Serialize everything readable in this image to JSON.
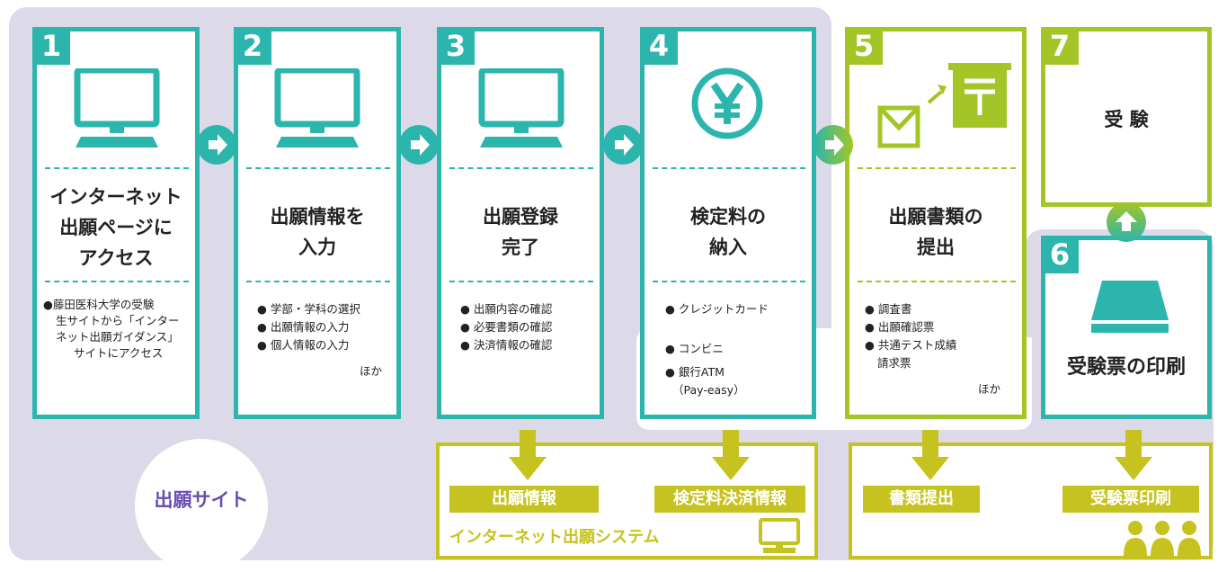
{
  "site_label": "出願サイト",
  "steps": [
    {
      "num": "1",
      "title": "インターネット\n出願ページに\nアクセス",
      "items": [
        "●藤田医科大学の受験",
        "生サイトから「インター",
        "ネット出願ガイダンス」",
        "サイトにアクセス"
      ],
      "icon": "computer-icon"
    },
    {
      "num": "2",
      "title": "出願情報を\n入力",
      "items": [
        "● 学部・学科の選択",
        "● 出願情報の入力",
        "● 個人情報の入力"
      ],
      "note": "ほか",
      "icon": "computer-icon"
    },
    {
      "num": "3",
      "title": "出願登録\n完了",
      "items": [
        "● 出願内容の確認",
        "● 必要書類の確認",
        "● 決済情報の確認"
      ],
      "icon": "computer-icon"
    },
    {
      "num": "4",
      "title": "検定料の\n納入",
      "items": [
        "● クレジットカード",
        "● コンビニ",
        "● 銀行ATM",
        "（Pay-easy）"
      ],
      "icon": "yen-icon"
    },
    {
      "num": "5",
      "title": "出願書類の\n提出",
      "items": [
        "● 調査書",
        "● 出願確認票",
        "● 共通テスト成績",
        "請求票"
      ],
      "note": "ほか",
      "icon": "mail-post-icon"
    },
    {
      "num": "6",
      "title": "受験票の印刷",
      "icon": "printer-icon"
    },
    {
      "num": "7",
      "title": "受 験"
    }
  ],
  "system_box": {
    "labels": [
      "出願情報",
      "検定料決済情報"
    ],
    "name": "インターネット出願システム"
  },
  "right_box": {
    "labels": [
      "書類提出",
      "受験票印刷"
    ]
  },
  "colors": {
    "teal": "#2bb5ad",
    "green": "#a3c626",
    "olive": "#c6c320",
    "lavender": "#dcdae9",
    "purple": "#6a4fb3"
  }
}
